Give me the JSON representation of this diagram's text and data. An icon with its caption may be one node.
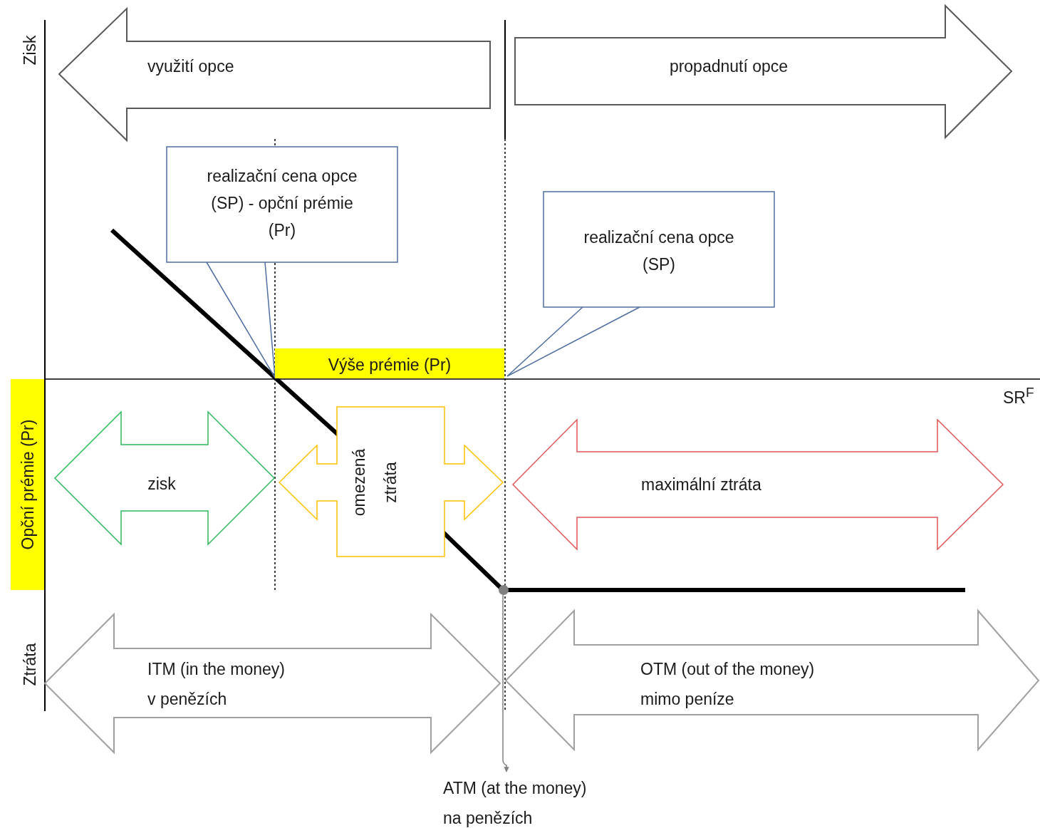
{
  "diagram": {
    "nodes": [
      {
        "text": [
          "využití opce"
        ]
      },
      {
        "text": [
          "propadnutí opce"
        ]
      },
      {
        "text": [
          "realizační cena opce (SP) - opční prémie (Pr)"
        ]
      },
      {
        "text": [
          "realizační cena opce (SP)"
        ]
      },
      {
        "text": [
          "Výše prémie (Pr)"
        ]
      },
      {
        "text": [
          "Opční prémie (Pr)"
        ]
      },
      {
        "text": [
          "zisk"
        ]
      },
      {
        "text": [
          "omezená ztráta"
        ]
      },
      {
        "text": [
          "maximální ztráta"
        ]
      },
      {
        "text": [],
        "shape": "circle"
      },
      {
        "text": [
          "ITM (in the money) v penězích"
        ]
      },
      {
        "text": [
          "OTM (out of the money) mimo peníze"
        ]
      },
      {
        "text": [
          "ATM (at the money) na penězích"
        ]
      }
    ],
    "edges": [
      {
        "from": 2,
        "to": null,
        "arrow": "none"
      },
      {
        "from": 3,
        "to": null,
        "arrow": "none"
      },
      {
        "from": 9,
        "to": 12,
        "arrow": "to",
        "color": "#808080"
      }
    ],
    "labels": [
      "Zisk",
      "SR$^{F}$",
      "Ztráta"
    ]
  }
}
